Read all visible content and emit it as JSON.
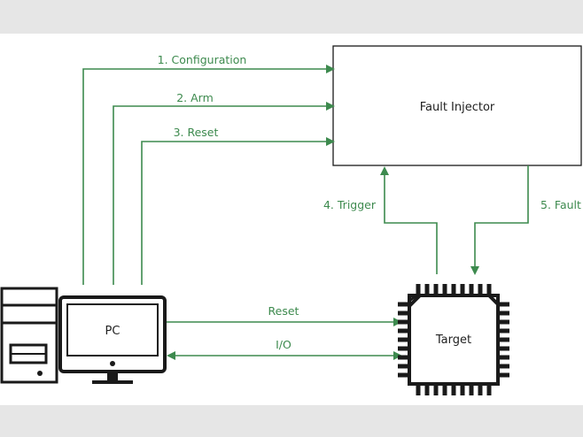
{
  "colors": {
    "arrow": "#3d8a4e",
    "label": "#3d8a4e",
    "outline": "#1a1a1a",
    "background": "#ffffff",
    "frame": "#e6e6e6"
  },
  "nodes": {
    "fault_injector": "Fault Injector",
    "pc": "PC",
    "target": "Target"
  },
  "edges": {
    "configuration": "1. Configuration",
    "arm": "2. Arm",
    "reset_fi": "3. Reset",
    "trigger": "4. Trigger",
    "fault": "5. Fault",
    "reset_target": "Reset",
    "io": "I/O"
  }
}
